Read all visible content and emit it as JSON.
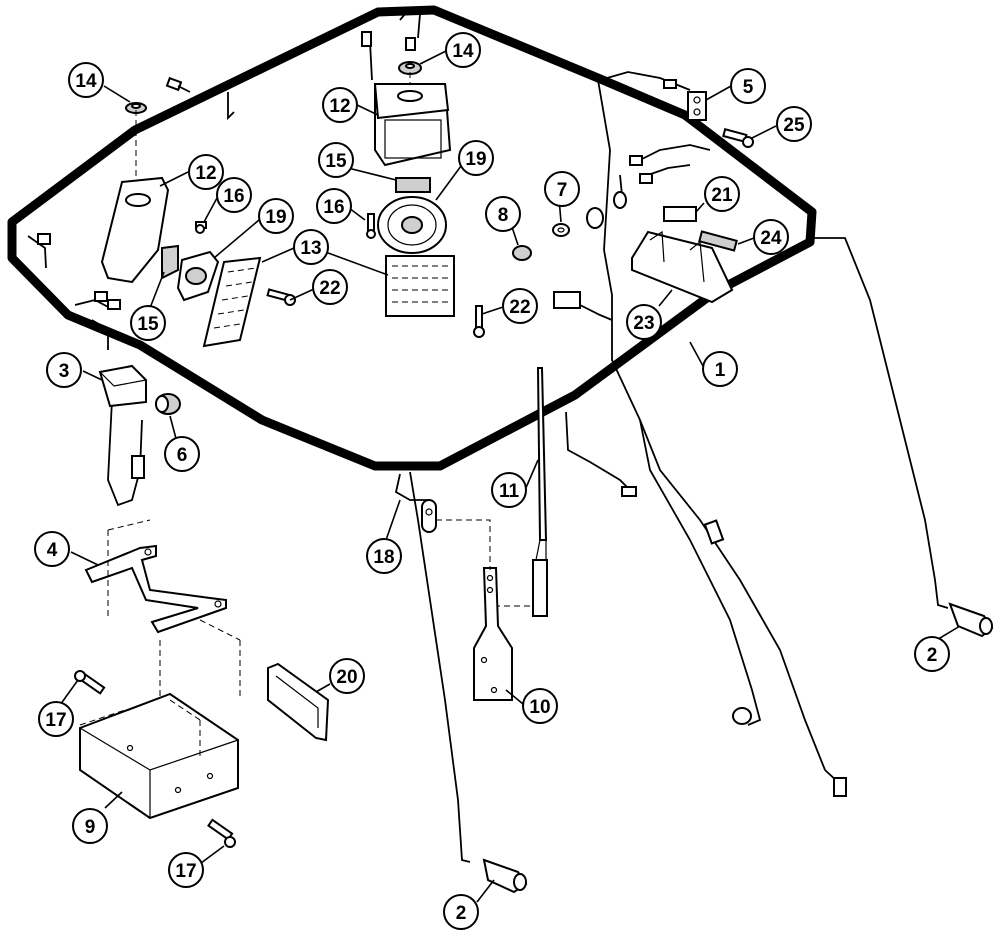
{
  "callouts": [
    {
      "id": "c1",
      "label": "1"
    },
    {
      "id": "c2a",
      "label": "2"
    },
    {
      "id": "c2b",
      "label": "2"
    },
    {
      "id": "c3",
      "label": "3"
    },
    {
      "id": "c4",
      "label": "4"
    },
    {
      "id": "c5",
      "label": "5"
    },
    {
      "id": "c6",
      "label": "6"
    },
    {
      "id": "c7",
      "label": "7"
    },
    {
      "id": "c8",
      "label": "8"
    },
    {
      "id": "c9",
      "label": "9"
    },
    {
      "id": "c10",
      "label": "10"
    },
    {
      "id": "c11",
      "label": "11"
    },
    {
      "id": "c12a",
      "label": "12"
    },
    {
      "id": "c12b",
      "label": "12"
    },
    {
      "id": "c13",
      "label": "13"
    },
    {
      "id": "c14a",
      "label": "14"
    },
    {
      "id": "c14b",
      "label": "14"
    },
    {
      "id": "c15a",
      "label": "15"
    },
    {
      "id": "c15b",
      "label": "15"
    },
    {
      "id": "c16a",
      "label": "16"
    },
    {
      "id": "c16b",
      "label": "16"
    },
    {
      "id": "c17a",
      "label": "17"
    },
    {
      "id": "c17b",
      "label": "17"
    },
    {
      "id": "c18",
      "label": "18"
    },
    {
      "id": "c19a",
      "label": "19"
    },
    {
      "id": "c19b",
      "label": "19"
    },
    {
      "id": "c20",
      "label": "20"
    },
    {
      "id": "c21",
      "label": "21"
    },
    {
      "id": "c22a",
      "label": "22"
    },
    {
      "id": "c22b",
      "label": "22"
    },
    {
      "id": "c23",
      "label": "23"
    },
    {
      "id": "c24",
      "label": "24"
    },
    {
      "id": "c25",
      "label": "25"
    }
  ],
  "colors": {
    "line": "#000000",
    "background": "#ffffff",
    "shade": "#cfcfcf"
  }
}
